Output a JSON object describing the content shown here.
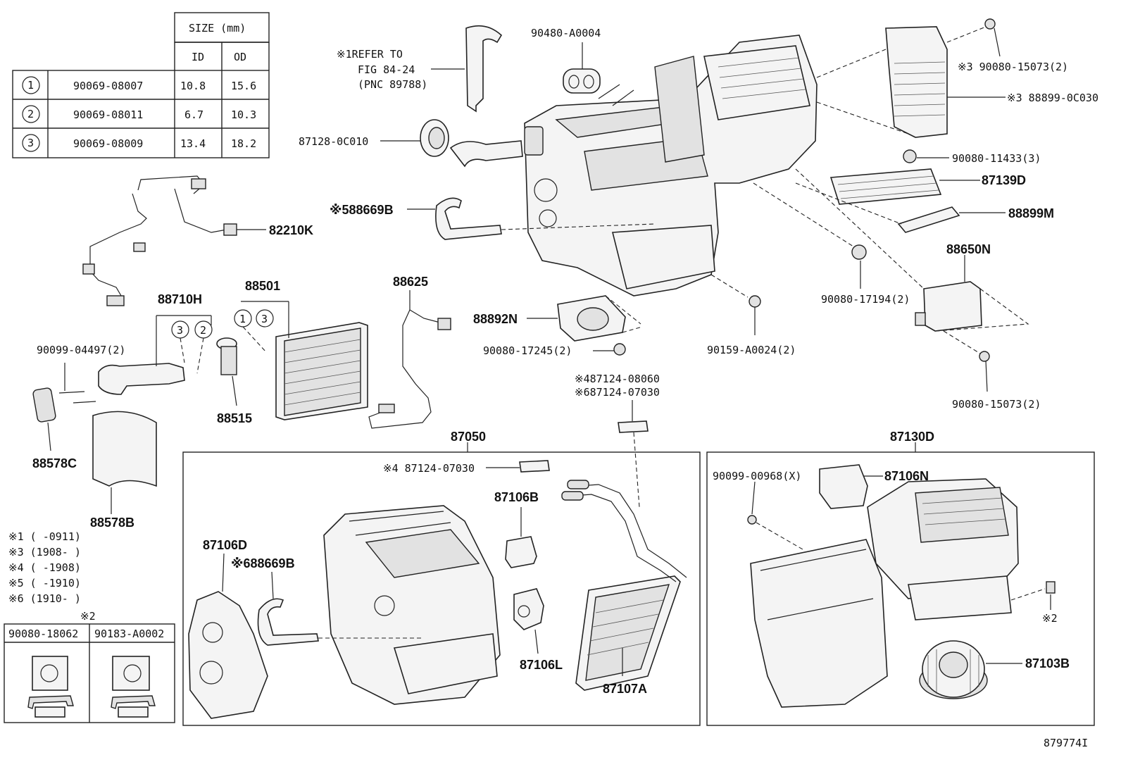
{
  "size_table": {
    "header": "SIZE (mm)",
    "col_id": "ID",
    "col_od": "OD",
    "rows": [
      {
        "mark": "1",
        "part": "90069-08007",
        "id": "10.8",
        "od": "15.6"
      },
      {
        "mark": "2",
        "part": "90069-08011",
        "id": "6.7",
        "od": "10.3"
      },
      {
        "mark": "3",
        "part": "90069-08009",
        "id": "13.4",
        "od": "18.2"
      }
    ]
  },
  "labels": {
    "refer_line1": "※1REFER TO",
    "refer_line2": "FIG 84-24",
    "refer_line3": "(PNC 89788)",
    "p_90480": "90480-A0004",
    "p_87128": "87128-0C010",
    "p_88669b_top": "※588669B",
    "p_82210k": "82210K",
    "p_88710h": "88710H",
    "p_88501": "88501",
    "p_88625": "88625",
    "p_88892n": "88892N",
    "p_90080_17245": "90080-17245(2)",
    "p_90099_04497": "90099-04497(2)",
    "p_88515": "88515",
    "p_88578c": "88578C",
    "p_88578b": "88578B",
    "p_90080_15073_top": "※3 90080-15073(2)",
    "p_88899_0c030": "※3 88899-0C030",
    "p_90080_11433": "90080-11433(3)",
    "p_87139d": "87139D",
    "p_88899m": "88899M",
    "p_88650n": "88650N",
    "p_90080_17194": "90080-17194(2)",
    "p_90159": "90159-A0024(2)",
    "p_90080_15073_bot": "90080-15073(2)",
    "p_87124_08060": "※487124-08060",
    "p_87124_07030_b": "※687124-07030",
    "p_87050": "87050",
    "p_87124_07030_a": "※4 87124-07030",
    "p_87106b": "87106B",
    "p_87106d": "87106D",
    "p_88669b_bot": "※688669B",
    "p_87106l": "87106L",
    "p_87107a": "87107A",
    "p_87130d": "87130D",
    "p_90099_00968": "90099-00968(X)",
    "p_87106n": "87106N",
    "p_star2": "※2",
    "p_87103b": "87103B",
    "fig_no": "879774I"
  },
  "circle_marks": {
    "m3a": "3",
    "m2a": "2",
    "m1b": "1",
    "m3b": "3"
  },
  "notes": [
    "※1 (      -0911)",
    "※3 (1908-      )",
    "※4 (      -1908)",
    "※5 (      -1910)",
    "※6 (1910-      )"
  ],
  "clip_table": {
    "title": "※2",
    "col1": "90080-18062",
    "col2": "90183-A0002"
  }
}
